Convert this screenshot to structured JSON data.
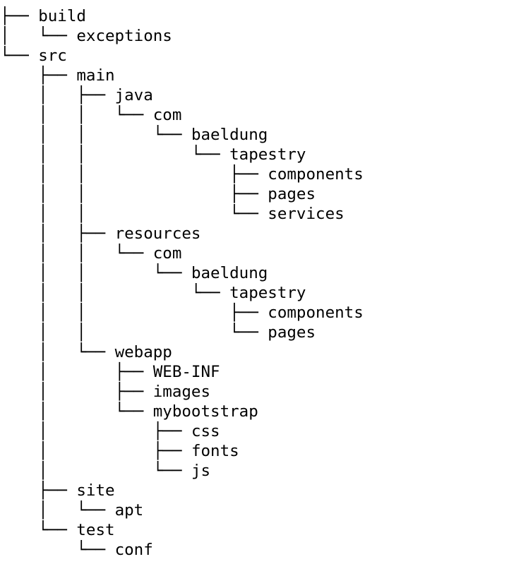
{
  "tree": {
    "lines": [
      {
        "prefix": "├── ",
        "name": "build"
      },
      {
        "prefix": "│   └── ",
        "name": "exceptions"
      },
      {
        "prefix": "└── ",
        "name": "src"
      },
      {
        "prefix": "    ├── ",
        "name": "main"
      },
      {
        "prefix": "    │   ├── ",
        "name": "java"
      },
      {
        "prefix": "    │   │   └── ",
        "name": "com"
      },
      {
        "prefix": "    │   │       └── ",
        "name": "baeldung"
      },
      {
        "prefix": "    │   │           └── ",
        "name": "tapestry"
      },
      {
        "prefix": "    │   │               ├── ",
        "name": "components"
      },
      {
        "prefix": "    │   │               ├── ",
        "name": "pages"
      },
      {
        "prefix": "    │   │               └── ",
        "name": "services"
      },
      {
        "prefix": "    │   ├── ",
        "name": "resources"
      },
      {
        "prefix": "    │   │   └── ",
        "name": "com"
      },
      {
        "prefix": "    │   │       └── ",
        "name": "baeldung"
      },
      {
        "prefix": "    │   │           └── ",
        "name": "tapestry"
      },
      {
        "prefix": "    │   │               ├── ",
        "name": "components"
      },
      {
        "prefix": "    │   │               └── ",
        "name": "pages"
      },
      {
        "prefix": "    │   └── ",
        "name": "webapp"
      },
      {
        "prefix": "    │       ├── ",
        "name": "WEB-INF"
      },
      {
        "prefix": "    │       ├── ",
        "name": "images"
      },
      {
        "prefix": "    │       └── ",
        "name": "mybootstrap"
      },
      {
        "prefix": "    │           ├── ",
        "name": "css"
      },
      {
        "prefix": "    │           ├── ",
        "name": "fonts"
      },
      {
        "prefix": "    │           └── ",
        "name": "js"
      },
      {
        "prefix": "    ├── ",
        "name": "site"
      },
      {
        "prefix": "    │   └── ",
        "name": "apt"
      },
      {
        "prefix": "    └── ",
        "name": "test"
      },
      {
        "prefix": "        └── ",
        "name": "conf"
      }
    ]
  }
}
